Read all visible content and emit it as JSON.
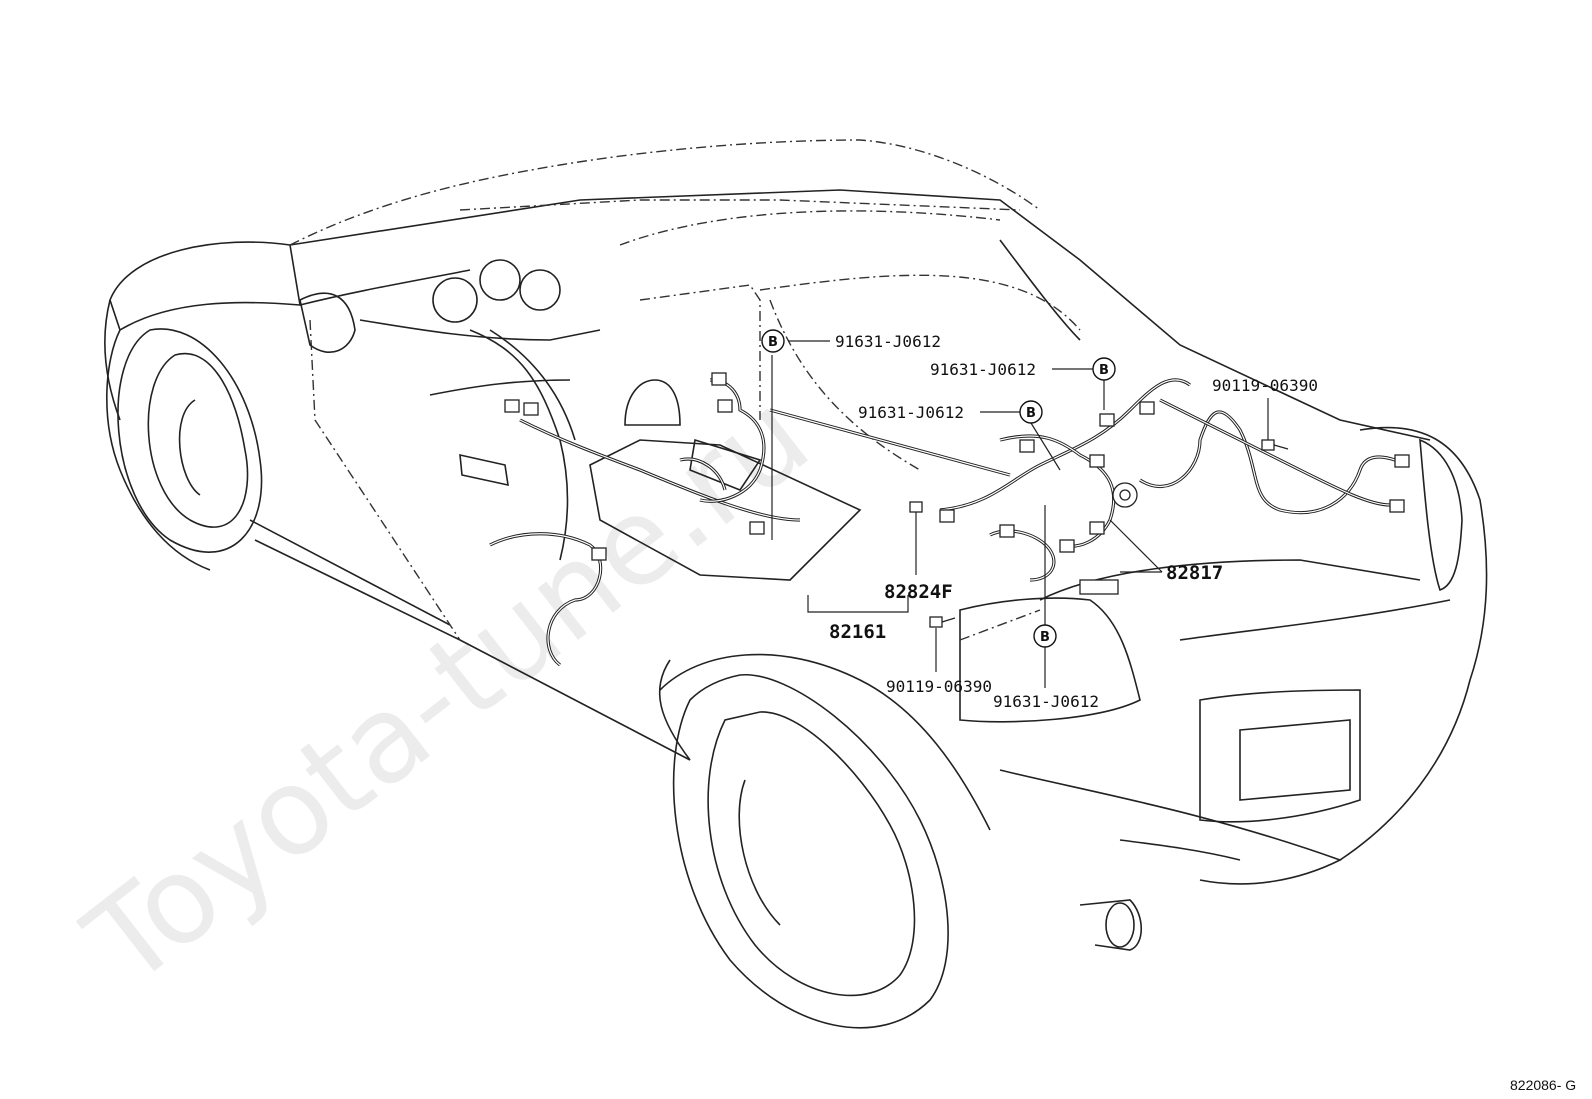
{
  "watermark": "Toyota-tune.ru",
  "figure_code": "822086- G",
  "badge_letter": "B",
  "callouts": {
    "label_91631_top": "91631-J0612",
    "label_91631_right": "91631-J0612",
    "label_91631_mid": "91631-J0612",
    "label_91631_bottom": "91631-J0612",
    "label_90119_right": "90119-06390",
    "label_90119_bottom": "90119-06390",
    "label_82824f": "82824F",
    "label_82161": "82161",
    "label_82817": "82817"
  },
  "colors": {
    "line": "#222222",
    "watermark": "#ececec",
    "background": "#ffffff"
  }
}
